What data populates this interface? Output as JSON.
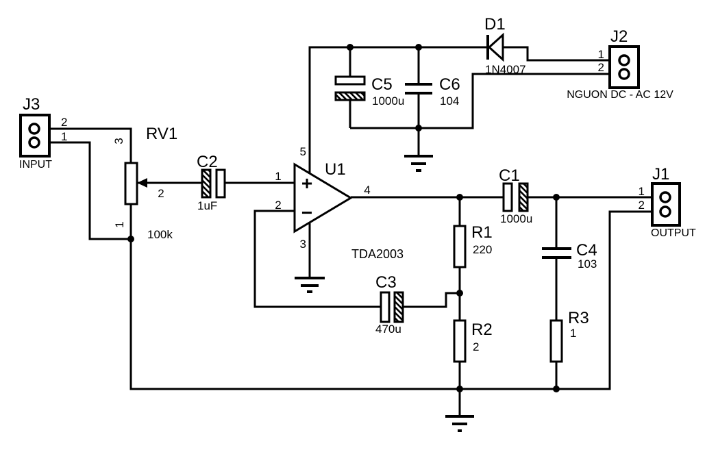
{
  "colors": {
    "ink": "#000000",
    "paper": "#ffffff"
  },
  "components": {
    "J3": {
      "ref": "J3",
      "label": "INPUT",
      "pin_top": "2",
      "pin_bottom": "1"
    },
    "RV1": {
      "ref": "RV1",
      "value": "100k",
      "pin_top": "3",
      "pin_wiper": "2",
      "pin_bottom": "1"
    },
    "C2": {
      "ref": "C2",
      "value": "1uF"
    },
    "U1": {
      "ref": "U1",
      "part": "TDA2003",
      "plus": "+",
      "minus": "−",
      "pin_noninv": "1",
      "pin_inv": "2",
      "pin_gnd": "3",
      "pin_out": "4",
      "pin_vs": "5"
    },
    "C5": {
      "ref": "C5",
      "value": "1000u"
    },
    "C6": {
      "ref": "C6",
      "value": "104"
    },
    "D1": {
      "ref": "D1",
      "value": "1N4007"
    },
    "J2": {
      "ref": "J2",
      "label": "NGUON DC - AC 12V",
      "pin_top": "1",
      "pin_bottom": "2"
    },
    "C1": {
      "ref": "C1",
      "value": "1000u"
    },
    "C3": {
      "ref": "C3",
      "value": "470u"
    },
    "R1": {
      "ref": "R1",
      "value": "220"
    },
    "R2": {
      "ref": "R2",
      "value": "2"
    },
    "R3": {
      "ref": "R3",
      "value": "1"
    },
    "C4": {
      "ref": "C4",
      "value": "103"
    },
    "J1": {
      "ref": "J1",
      "label": "OUTPUT",
      "pin_top": "1",
      "pin_bottom": "2"
    }
  }
}
